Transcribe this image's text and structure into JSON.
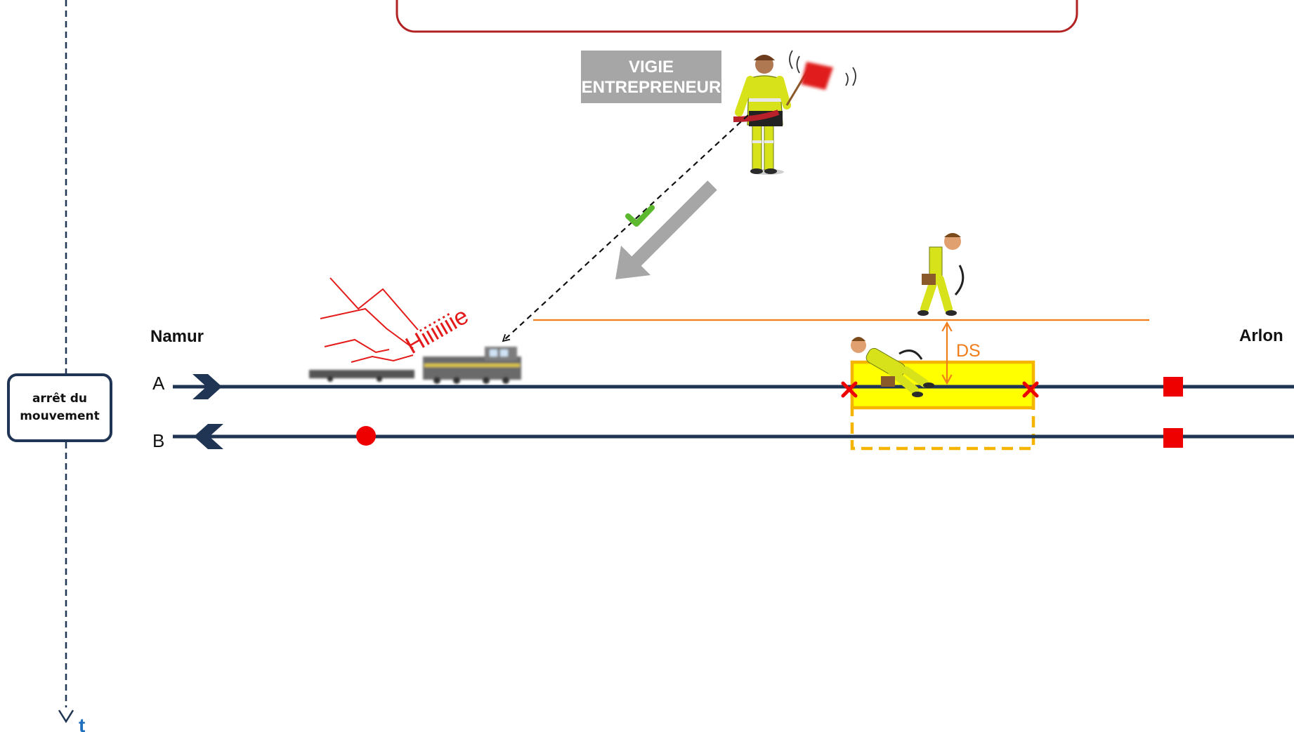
{
  "top_box": {
    "text": ""
  },
  "vigie": {
    "label_line1": "VIGIE",
    "label_line2": "ENTREPRENEUR"
  },
  "train": {
    "sound_text": "Hiiiiiiie"
  },
  "stations": {
    "left": "Namur",
    "right": "Arlon"
  },
  "tracks": [
    {
      "name": "A",
      "direction": "right"
    },
    {
      "name": "B",
      "direction": "left"
    }
  ],
  "safety_distance_label": "DS",
  "state": {
    "line1": "arrêt du",
    "line2": "mouvement"
  },
  "time_axis_label": "t",
  "colors": {
    "track": "#1f3553",
    "timeline": "#1f3553",
    "top_box_border": "#b22222",
    "safety_line": "#f07d1a",
    "work_zone_fill": "#ffff00",
    "work_zone_border": "#f5b400",
    "signal_red": "#ee0000",
    "vigie_label_bg": "#a6a6a6",
    "arrow_gray": "#a6a6a6",
    "check_green": "#5cb82e",
    "sound_red": "#e41a1a",
    "time_label": "#1f6fbf"
  },
  "icons": [
    "flag-icon",
    "check-icon",
    "train-icon",
    "worker-icon",
    "direction-chevron-icon",
    "stop-cross-icon",
    "signal-square-icon",
    "signal-dot-icon"
  ]
}
